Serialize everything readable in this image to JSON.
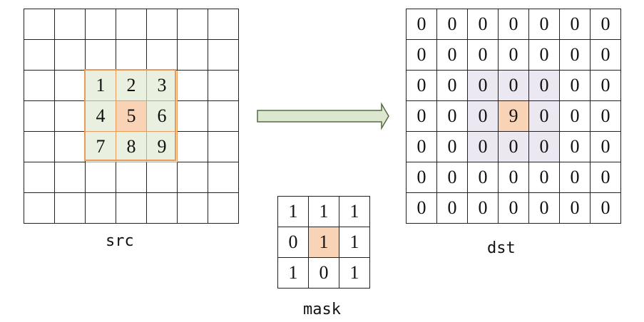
{
  "src": {
    "label": "src",
    "rows": [
      [
        "",
        "",
        "",
        "",
        "",
        "",
        ""
      ],
      [
        "",
        "",
        "",
        "",
        "",
        "",
        ""
      ],
      [
        "",
        "",
        "1",
        "2",
        "3",
        "",
        ""
      ],
      [
        "",
        "",
        "4",
        "5",
        "6",
        "",
        ""
      ],
      [
        "",
        "",
        "7",
        "8",
        "9",
        "",
        ""
      ],
      [
        "",
        "",
        "",
        "",
        "",
        "",
        ""
      ],
      [
        "",
        "",
        "",
        "",
        "",
        "",
        ""
      ]
    ]
  },
  "mask": {
    "label": "mask",
    "rows": [
      [
        "1",
        "1",
        "1"
      ],
      [
        "0",
        "1",
        "1"
      ],
      [
        "1",
        "0",
        "1"
      ]
    ]
  },
  "dst": {
    "label": "dst",
    "rows": [
      [
        "0",
        "0",
        "0",
        "0",
        "0",
        "0",
        "0"
      ],
      [
        "0",
        "0",
        "0",
        "0",
        "0",
        "0",
        "0"
      ],
      [
        "0",
        "0",
        "0",
        "0",
        "0",
        "0",
        "0"
      ],
      [
        "0",
        "0",
        "0",
        "9",
        "0",
        "0",
        "0"
      ],
      [
        "0",
        "0",
        "0",
        "0",
        "0",
        "0",
        "0"
      ],
      [
        "0",
        "0",
        "0",
        "0",
        "0",
        "0",
        "0"
      ],
      [
        "0",
        "0",
        "0",
        "0",
        "0",
        "0",
        "0"
      ]
    ]
  },
  "colors": {
    "center_highlight": "#f8d3b6",
    "src_neighborhood": "#e9f0df",
    "src_neighborhood_border": "#e99a5a",
    "dst_neighborhood": "#ebe8f1",
    "arrow_fill": "#dbe8cf",
    "arrow_stroke": "#556b45"
  }
}
